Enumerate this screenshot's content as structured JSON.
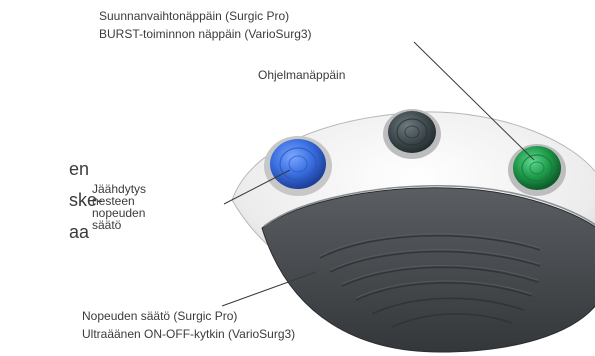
{
  "labels": {
    "top_line1": "Suunnanvaihtonäppäin (Surgic Pro)",
    "top_line2": "BURST-toiminnon näppäin (VarioSurg3)",
    "program": "Ohjelmanäppäin",
    "cooling": [
      "Jäähdytys",
      "nesteen",
      "nopeuden",
      "säätö"
    ],
    "bottom_line1": "Nopeuden säätö (Surgic Pro)",
    "bottom_line2": "Ultraäänen ON-OFF-kytkin (VarioSurg3)"
  },
  "left_fragments": [
    "en",
    "ske-",
    "aa"
  ],
  "colors": {
    "blue_button": "#3a6fe0",
    "dark_button": "#3e4a4e",
    "green_button": "#1f9a4a",
    "pedal_body": "#f2f2f2",
    "pedal_plate": "#474a4d"
  }
}
